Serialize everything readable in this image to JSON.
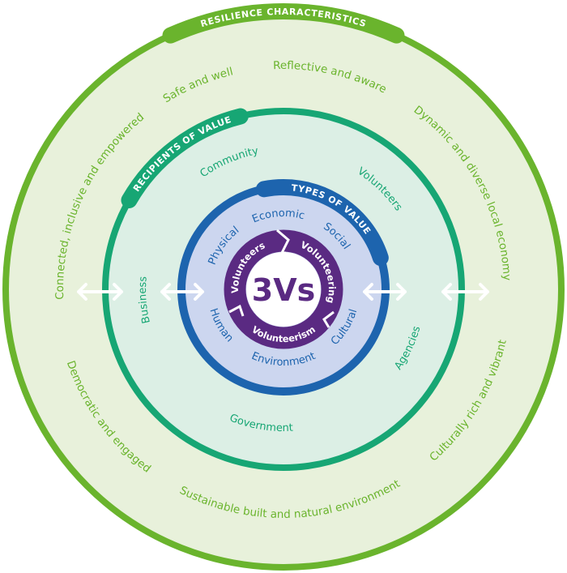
{
  "colors": {
    "outer": "#6ab42d",
    "outer_fill": "#e8f1db",
    "middle": "#17a674",
    "middle_fill": "#dcefe5",
    "blue": "#1d64ae",
    "blue_fill": "#ccd6ef",
    "purple": "#5a2a82"
  },
  "resilience": {
    "title": "RESILIENCE CHARACTERISTICS",
    "items": [
      "Safe and well",
      "Reflective and aware",
      "Connected, inclusive and empowered",
      "Dynamic and diverse local economy",
      "Democratic and engaged",
      "Sustainable built and natural environment",
      "Culturally rich and vibrant"
    ]
  },
  "recipients": {
    "title": "RECIPIENTS OF VALUE",
    "items": [
      "Community",
      "Volunteers",
      "Business",
      "Agencies",
      "Government"
    ]
  },
  "types": {
    "title": "TYPES OF VALUE",
    "items": [
      "Economic",
      "Social",
      "Physical",
      "Human",
      "Environment",
      "Cultural"
    ]
  },
  "core": {
    "title": "3Vs",
    "items": [
      "Volunteers",
      "Volunteering",
      "Volunteerism"
    ]
  },
  "icons": [
    "double-arrow-icon"
  ]
}
